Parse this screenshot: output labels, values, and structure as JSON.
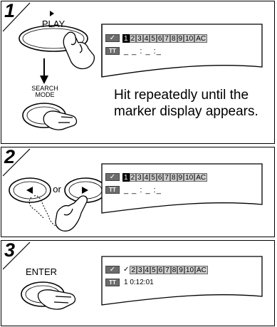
{
  "steps": [
    {
      "number": "1",
      "labels": {
        "play": "PLAY",
        "search_mode": "SEARCH\nMODE"
      },
      "instruction": "Hit repeatedly until the marker display appears.",
      "screen": {
        "check_icon": "✓",
        "tt_label": "TT",
        "markers": [
          "1",
          "2",
          "3",
          "4",
          "5",
          "6",
          "7",
          "8",
          "9",
          "10",
          "AC"
        ],
        "selected_marker": "1",
        "line2": "_ _ : _ :_"
      }
    },
    {
      "number": "2",
      "labels": {
        "or": "or"
      },
      "screen": {
        "check_icon": "✓",
        "tt_label": "TT",
        "markers": [
          "1",
          "2",
          "3",
          "4",
          "5",
          "6",
          "7",
          "8",
          "9",
          "10",
          "AC"
        ],
        "selected_marker": "1",
        "line2": "_ _ : _ :_"
      }
    },
    {
      "number": "3",
      "labels": {
        "enter": "ENTER"
      },
      "screen": {
        "check_icon": "✓",
        "tt_label": "TT",
        "marker_check": "✓",
        "markers": [
          "2",
          "3",
          "4",
          "5",
          "6",
          "7",
          "8",
          "9",
          "10",
          "AC"
        ],
        "line2": "1  0:12:01"
      }
    }
  ],
  "icons": [
    "play-arrow-icon",
    "pointing-hand-icon",
    "down-arrow-icon",
    "left-arrow-button-icon",
    "right-arrow-button-icon"
  ]
}
